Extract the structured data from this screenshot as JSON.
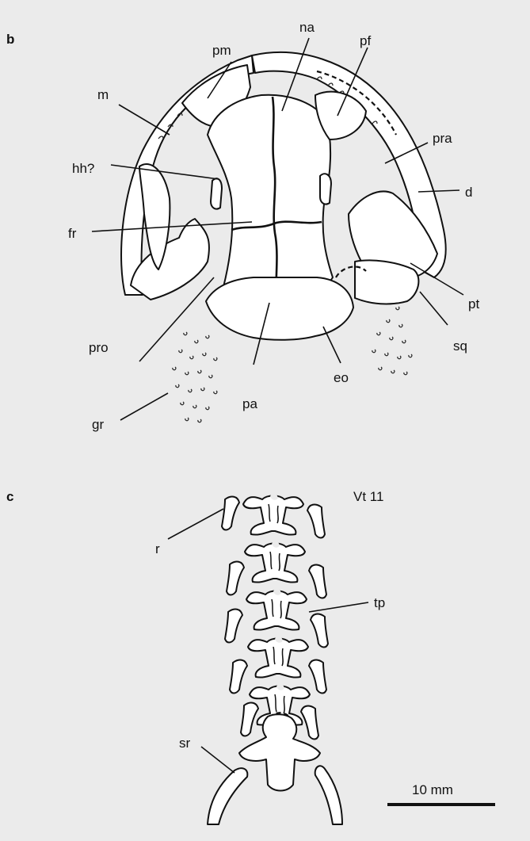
{
  "panels": [
    {
      "letter": "b"
    },
    {
      "letter": "c",
      "vertebra_label": "Vt 11"
    }
  ],
  "skull_labels": {
    "pm": "pm",
    "na": "na",
    "pf": "pf",
    "m": "m",
    "pra": "pra",
    "hh": "hh?",
    "d": "d",
    "fr": "fr",
    "pt": "pt",
    "sq": "sq",
    "pro": "pro",
    "eo": "eo",
    "pa": "pa",
    "gr": "gr"
  },
  "column_labels": {
    "r": "r",
    "tp": "tp",
    "sr": "sr"
  },
  "scale_bar": {
    "label": "10 mm"
  }
}
